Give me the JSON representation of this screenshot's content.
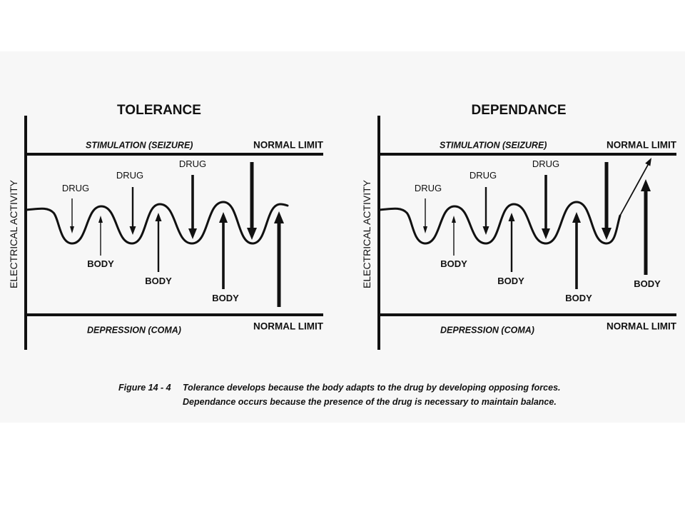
{
  "panels": [
    {
      "title": "TOLERANCE",
      "y_axis_label": "ELECTRICAL ACTIVITY",
      "stimulation_label": "STIMULATION (SEIZURE)",
      "upper_limit_label": "NORMAL LIMIT",
      "depression_label": "DEPRESSION (COMA)",
      "lower_limit_label": "NORMAL LIMIT",
      "drug_labels": [
        "DRUG",
        "DRUG",
        "DRUG"
      ],
      "body_labels": [
        "BODY",
        "BODY",
        "BODY"
      ]
    },
    {
      "title": "DEPENDANCE",
      "y_axis_label": "ELECTRICAL ACTIVITY",
      "stimulation_label": "STIMULATION (SEIZURE)",
      "upper_limit_label": "NORMAL LIMIT",
      "depression_label": "DEPRESSION (COMA)",
      "lower_limit_label": "NORMAL LIMIT",
      "drug_labels": [
        "DRUG",
        "DRUG",
        "DRUG"
      ],
      "body_labels": [
        "BODY",
        "BODY",
        "BODY",
        "BODY"
      ]
    }
  ],
  "caption": {
    "figure_label": "Figure 14 - 4",
    "lines": [
      "Tolerance develops because the body adapts to the drug by developing opposing forces.",
      "Dependance occurs because the presence of the drug is necessary to maintain balance."
    ]
  }
}
